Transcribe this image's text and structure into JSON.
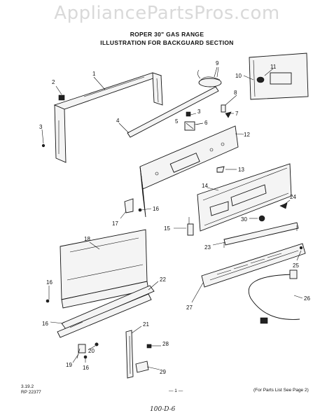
{
  "watermark": "AppliancePartsPros.com",
  "header": {
    "title_line1": "ROPER 30\" GAS RANGE",
    "title_line2": "ILLUSTRATION FOR BACKGUARD SECTION"
  },
  "footer": {
    "code_line1": "3.19.2",
    "code_line2": "RP 22377",
    "page_marker": "— 1 —",
    "note": "(For Parts List See Page 2)"
  },
  "handwritten_note": "100-D-6",
  "callouts": [
    "1",
    "2",
    "3",
    "3",
    "4",
    "5",
    "6",
    "7",
    "8",
    "9",
    "10",
    "11",
    "12",
    "13",
    "14",
    "15",
    "16",
    "16",
    "16",
    "16",
    "17",
    "18",
    "19",
    "20",
    "21",
    "22",
    "23",
    "24",
    "25",
    "26",
    "27",
    "28",
    "29",
    "30"
  ]
}
